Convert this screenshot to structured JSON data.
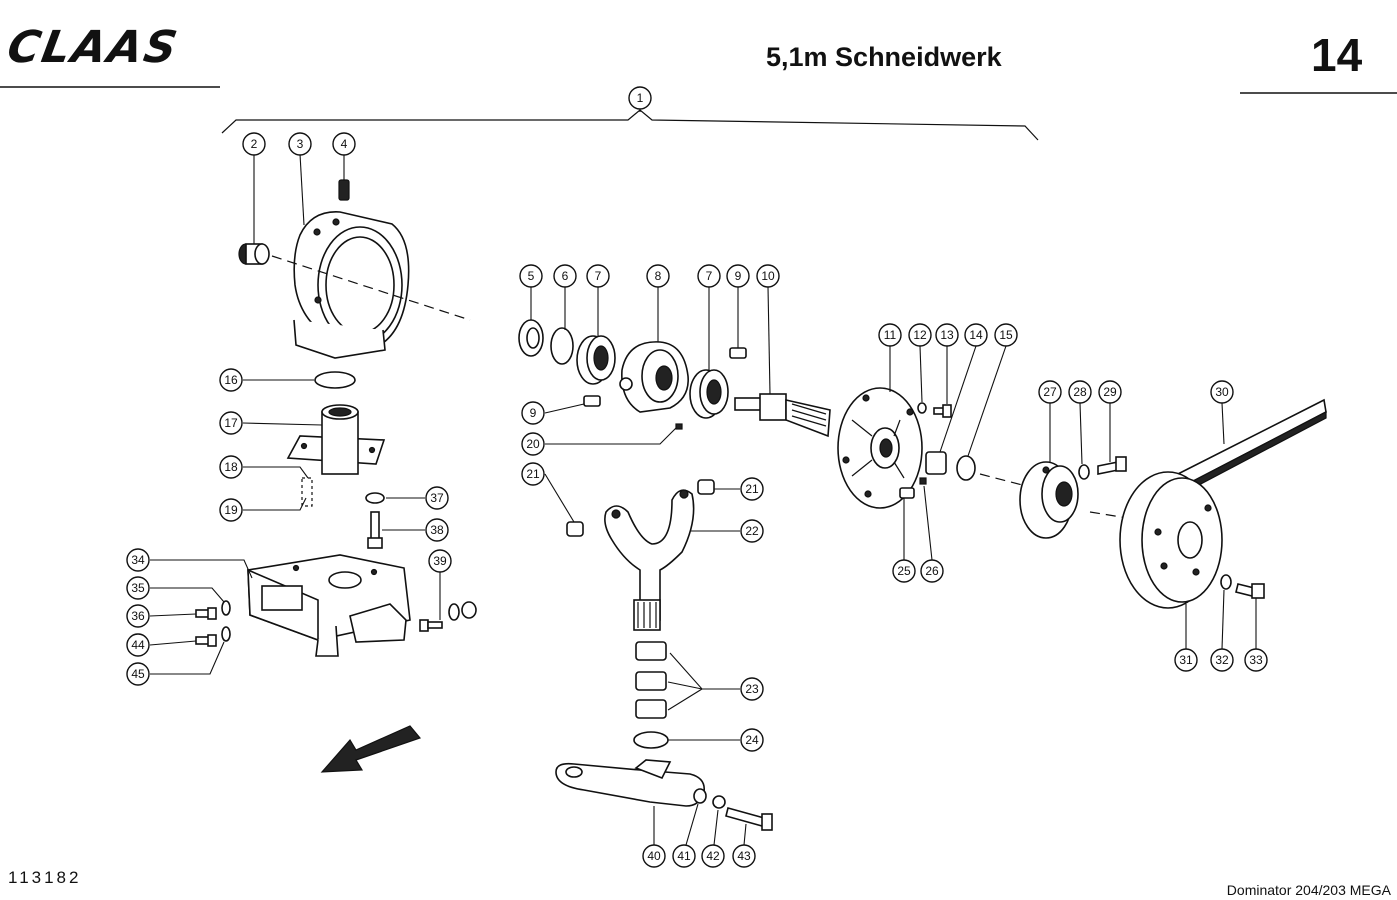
{
  "header": {
    "brand": "CLAAS",
    "title": "5,1m Schneidwerk",
    "page_number": "14"
  },
  "footer": {
    "document_number": "113182",
    "model": "Dominator 204/203 MEGA"
  },
  "callouts": [
    "1",
    "2",
    "3",
    "4",
    "5",
    "6",
    "7",
    "8",
    "7",
    "9",
    "10",
    "9",
    "20",
    "21",
    "21",
    "22",
    "11",
    "12",
    "13",
    "14",
    "15",
    "25",
    "26",
    "27",
    "28",
    "29",
    "30",
    "31",
    "32",
    "33",
    "16",
    "17",
    "18",
    "19",
    "37",
    "38",
    "34",
    "35",
    "36",
    "44",
    "45",
    "39",
    "23",
    "24",
    "40",
    "41",
    "42",
    "43"
  ]
}
